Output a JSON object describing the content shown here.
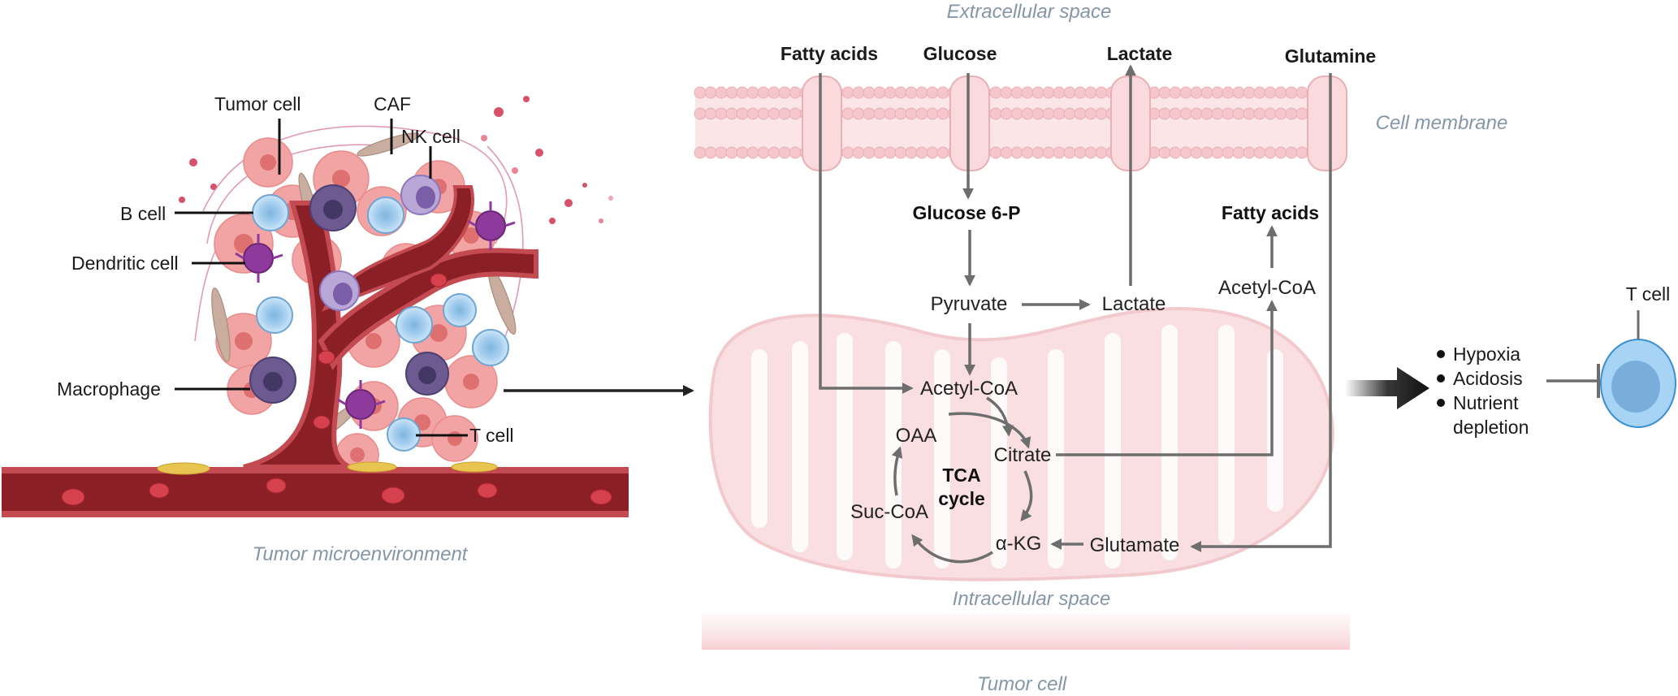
{
  "captions": {
    "extracellular": "Extracellular space",
    "membrane": "Cell membrane",
    "intracellular": "Intracellular space",
    "tumor_cell": "Tumor cell",
    "microenvironment": "Tumor microenvironment"
  },
  "tme_labels": {
    "tumor_cell": "Tumor cell",
    "caf": "CAF",
    "nk_cell": "NK cell",
    "b_cell": "B cell",
    "dendritic_cell": "Dendritic cell",
    "macrophage": "Macrophage",
    "t_cell": "T cell"
  },
  "membrane_inputs": {
    "fatty_acids": "Fatty acids",
    "glucose": "Glucose",
    "lactate": "Lactate",
    "glutamine": "Glutamine"
  },
  "metabolites": {
    "glucose6p": "Glucose 6-P",
    "pyruvate": "Pyruvate",
    "lactate": "Lactate",
    "fatty_acids": "Fatty acids",
    "acetyl_coa_cyto": "Acetyl-CoA",
    "acetyl_coa_mito": "Acetyl-CoA",
    "oaa": "OAA",
    "citrate": "Citrate",
    "tca_line1": "TCA",
    "tca_line2": "cycle",
    "suc_coa": "Suc-CoA",
    "akg": "α-KG",
    "glutamate": "Glutamate"
  },
  "conditions": [
    "Hypoxia",
    "Acidosis",
    "Nutrient",
    "depletion"
  ],
  "t_cell_label": "T cell"
}
